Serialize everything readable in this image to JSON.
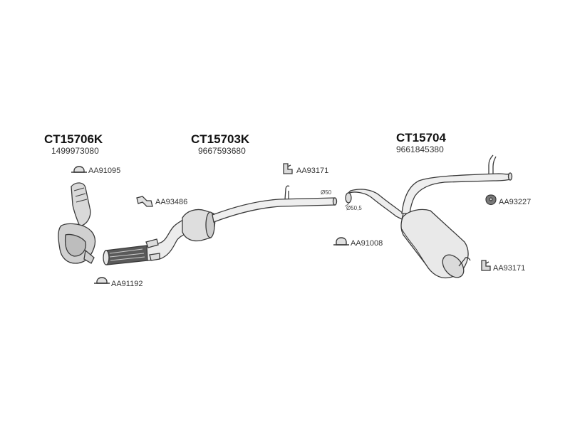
{
  "groups": [
    {
      "code": "CT15706K",
      "number": "1499973080"
    },
    {
      "code": "CT15703K",
      "number": "9667593680"
    },
    {
      "code": "CT15704",
      "number": "9661845380"
    }
  ],
  "parts": [
    {
      "ref": "AA91095",
      "icon": "clamp-icon"
    },
    {
      "ref": "AA93486",
      "icon": "bracket-icon"
    },
    {
      "ref": "AA91192",
      "icon": "clamp-icon"
    },
    {
      "ref": "AA93171",
      "icon": "hanger-icon"
    },
    {
      "ref": "AA91008",
      "icon": "clamp-icon"
    },
    {
      "ref": "AA93227",
      "icon": "rubber-mount-icon"
    },
    {
      "ref": "AA93171",
      "icon": "hanger-icon"
    }
  ],
  "dimensions": {
    "pipe_end_diameter": "Ø50",
    "muffler_inlet_diameter": "Ø50,5"
  },
  "colors": {
    "line": "#3a3a3a",
    "part_fill": "#eaeaea",
    "shadow": "#9a9a9a",
    "text": "#333333"
  }
}
